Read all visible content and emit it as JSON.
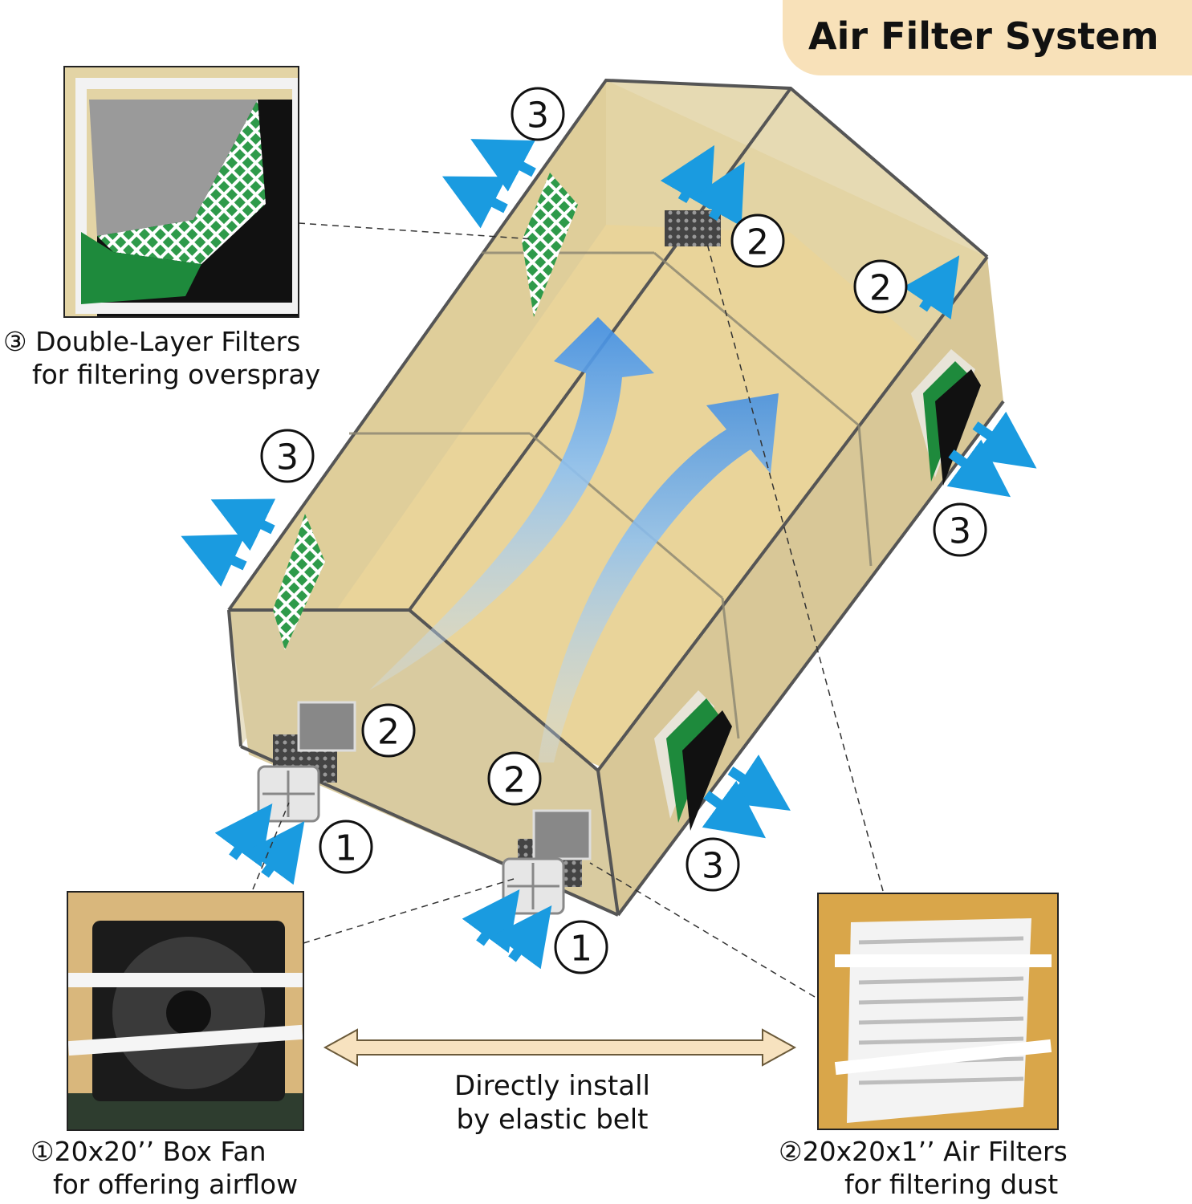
{
  "title": "Air Filter System",
  "captions": {
    "double_layer_line1": "③ Double-Layer Filters",
    "double_layer_line2": "for filtering overspray",
    "box_fan_line1": "①20x20’’ Box Fan",
    "box_fan_line2": "for offering airflow",
    "air_filters_line1": "②20x20x1’’ Air Filters",
    "air_filters_line2": "for filtering dust",
    "install_line1": "Directly install",
    "install_line2": "by elastic belt"
  },
  "markers": {
    "one": "1",
    "two": "2",
    "three": "3"
  },
  "colors": {
    "title_bg": "#f8e1b9",
    "tent_fabric": "#d9cba0",
    "arrow_blue": "#1a9be0",
    "airflow_blue": "#4a90e2",
    "filter_green": "#1e8a3c",
    "double_arrow": "#f7e2bf"
  }
}
